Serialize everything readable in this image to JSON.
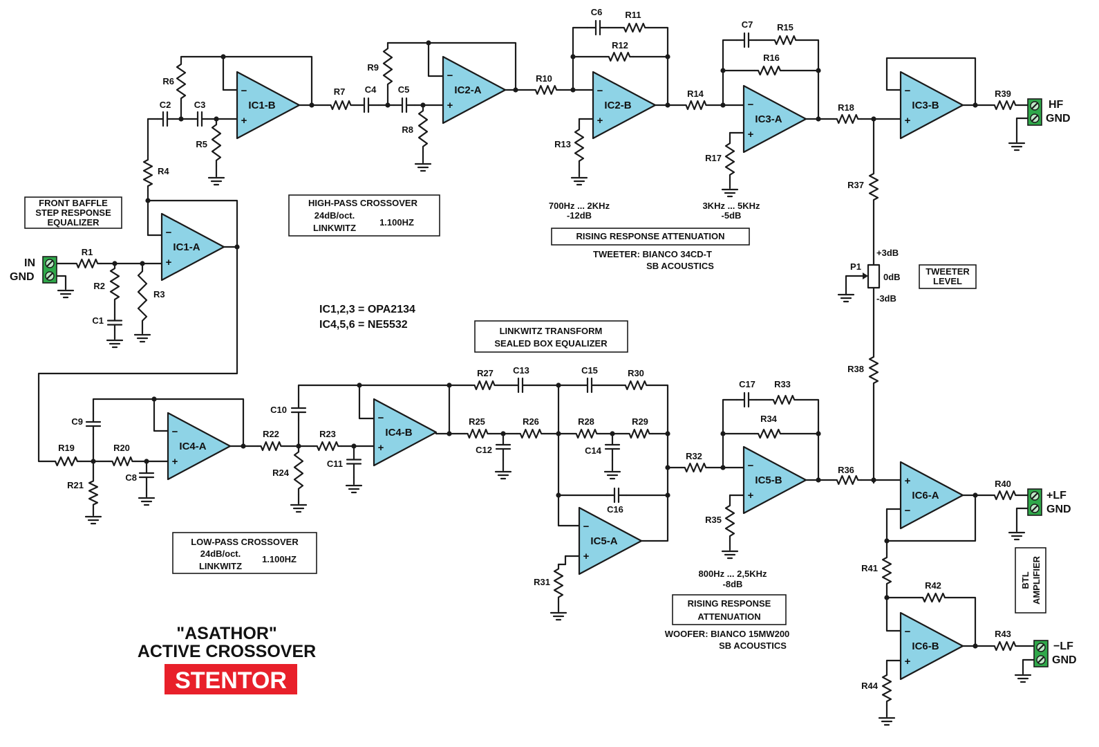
{
  "title": {
    "line1": "\"ASATHOR\"",
    "line2": "ACTIVE CROSSOVER",
    "brand": "STENTOR",
    "brand_color": "#e8202a"
  },
  "notes": {
    "ic_types_1": "IC1,2,3 = OPA2134",
    "ic_types_2": "IC4,5,6 = NE5532"
  },
  "boxes": {
    "baffle": [
      "FRONT BAFFLE",
      "STEP RESPONSE",
      "EQUALIZER"
    ],
    "hp": {
      "l1": "HIGH-PASS CROSSOVER",
      "l2": "24dB/oct.",
      "l3": "LINKWITZ",
      "freq": "1.100HZ"
    },
    "lp": {
      "l1": "LOW-PASS CROSSOVER",
      "l2": "24dB/oct.",
      "l3": "LINKWITZ",
      "freq": "1.100HZ"
    },
    "lt": [
      "LINKWITZ TRANSFORM",
      "SEALED BOX EQUALIZER"
    ],
    "rra1": "RISING RESPONSE ATTENUATION",
    "rra2": [
      "RISING RESPONSE",
      "ATTENUATION"
    ],
    "tweeter_level": [
      "TWEETER",
      "LEVEL"
    ],
    "btl": [
      "BTL",
      "AMPLIFIER"
    ]
  },
  "annotations": {
    "eq1": [
      "700Hz ... 2KHz",
      "-12dB"
    ],
    "eq2": [
      "3KHz ... 5KHz",
      "-5dB"
    ],
    "eq3": [
      "800Hz ... 2,5KHz",
      "-8dB"
    ],
    "tweeter": [
      "TWEETER: BIANCO 34CD-T",
      "SB ACOUSTICS"
    ],
    "woofer": [
      "WOOFER: BIANCO 15MW200",
      "SB ACOUSTICS"
    ],
    "pot_plus": "+3dB",
    "pot_zero": "0dB",
    "pot_minus": "-3dB"
  },
  "connectors": {
    "in": [
      "IN",
      "GND"
    ],
    "hf": [
      "HF",
      "GND"
    ],
    "plf": [
      "+LF",
      "GND"
    ],
    "mlf": [
      "−LF",
      "GND"
    ]
  },
  "opamps": [
    "IC1-A",
    "IC1-B",
    "IC2-A",
    "IC2-B",
    "IC3-A",
    "IC3-B",
    "IC4-A",
    "IC4-B",
    "IC5-A",
    "IC5-B",
    "IC6-A",
    "IC6-B"
  ],
  "resistors": [
    "R1",
    "R2",
    "R3",
    "R4",
    "R5",
    "R6",
    "R7",
    "R8",
    "R9",
    "R10",
    "R11",
    "R12",
    "R13",
    "R14",
    "R15",
    "R16",
    "R17",
    "R18",
    "R19",
    "R20",
    "R21",
    "R22",
    "R23",
    "R24",
    "R25",
    "R26",
    "R27",
    "R28",
    "R29",
    "R30",
    "R31",
    "R32",
    "R33",
    "R34",
    "R35",
    "R36",
    "R37",
    "R38",
    "R39",
    "R40",
    "R41",
    "R42",
    "R43",
    "R44"
  ],
  "capacitors": [
    "C1",
    "C2",
    "C3",
    "C4",
    "C5",
    "C6",
    "C7",
    "C8",
    "C9",
    "C10",
    "C11",
    "C12",
    "C13",
    "C14",
    "C15",
    "C16",
    "C17"
  ],
  "potentiometer": "P1",
  "colors": {
    "opamp_fill": "#8ed3e6",
    "connector": "#2fa84a",
    "wire": "#1a1a1a"
  }
}
